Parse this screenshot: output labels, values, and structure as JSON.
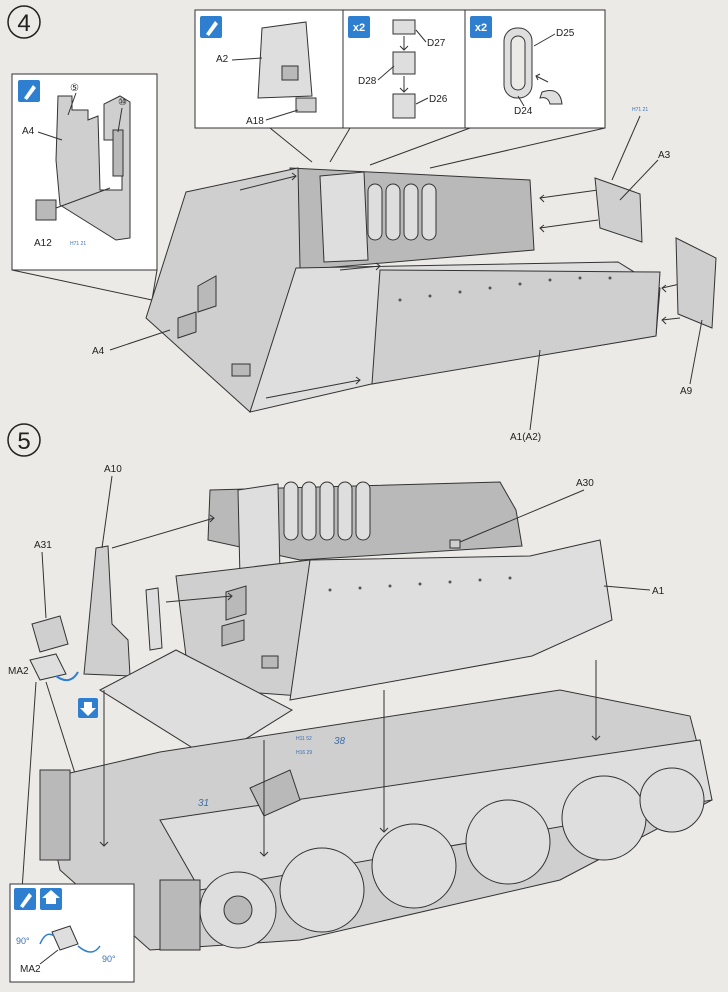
{
  "step4": {
    "number": "4",
    "inset_left": {
      "callouts": [
        "⑤",
        "⑩"
      ],
      "parts": [
        "A4",
        "A12"
      ],
      "ref_code": "H71 21"
    },
    "inset_a2": {
      "parts": [
        "A2",
        "A18"
      ]
    },
    "inset_d27": {
      "multiplier": "x2",
      "parts": [
        "D27",
        "D28",
        "D26"
      ]
    },
    "inset_d25": {
      "multiplier": "x2",
      "parts": [
        "D25",
        "D24"
      ]
    },
    "ref_code_a3": "H71 21",
    "parts": [
      "A3",
      "A4",
      "A9",
      "A1(A2)"
    ]
  },
  "step5": {
    "number": "5",
    "parts": [
      "A10",
      "A30",
      "A31",
      "A1",
      "MA2"
    ],
    "ref_codes": [
      "H11 52",
      "H16 29"
    ],
    "paint_numbers": [
      "38",
      "31"
    ],
    "inset_ma2": {
      "part": "MA2",
      "angles": [
        "90°",
        "90°"
      ]
    }
  },
  "icons": [
    "glue-icon",
    "repeat-x2-icon",
    "cement-down-icon",
    "cement-up-icon"
  ],
  "colors": {
    "accent": "#2f7fd0",
    "line": "#333333",
    "paper": "#eceae6"
  }
}
